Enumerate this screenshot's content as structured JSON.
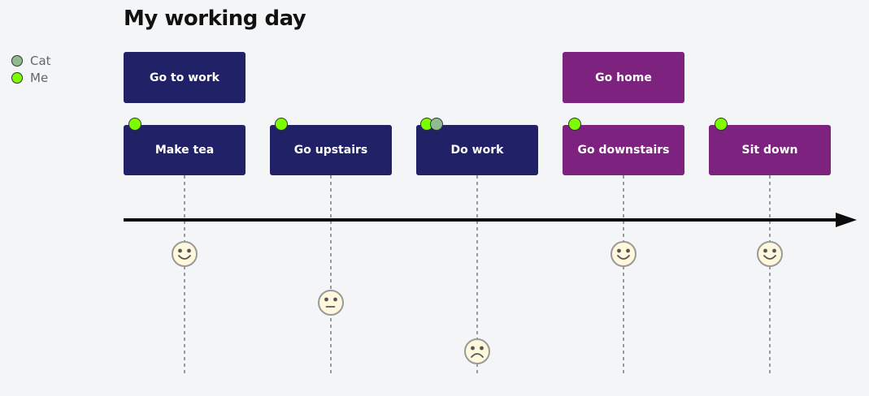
{
  "title": "My working day",
  "legend": {
    "actors": [
      {
        "name": "Cat",
        "color": "#8FBC8F"
      },
      {
        "name": "Me",
        "color": "#7CFC00"
      }
    ]
  },
  "diagram": {
    "type": "user-journey-timeline",
    "score_scale": {
      "min": 1,
      "max": 5
    },
    "sections": [
      {
        "label": "Go to work",
        "color": "#212168",
        "tasks": [
          {
            "label": "Make tea",
            "score": 5,
            "actors": [
              "Me"
            ],
            "face": "happy"
          },
          {
            "label": "Go upstairs",
            "score": 3,
            "actors": [
              "Me"
            ],
            "face": "neutral"
          },
          {
            "label": "Do work",
            "score": 1,
            "actors": [
              "Me",
              "Cat"
            ],
            "face": "sad"
          }
        ]
      },
      {
        "label": "Go home",
        "color": "#7E2280",
        "tasks": [
          {
            "label": "Go downstairs",
            "score": 5,
            "actors": [
              "Me"
            ],
            "face": "happy"
          },
          {
            "label": "Sit down",
            "score": 5,
            "actors": [
              "Me"
            ],
            "face": "happy"
          }
        ]
      }
    ]
  },
  "colors": {
    "background": "#f4f5f7",
    "axis": "#0b0b0b",
    "dashed_guide": "#9a9a9f",
    "task_text": "#ffffff",
    "title_text": "#111111",
    "legend_text": "#666666",
    "face_fill": "#FFF8DC",
    "face_stroke": "#999999",
    "face_features": "#555555"
  }
}
